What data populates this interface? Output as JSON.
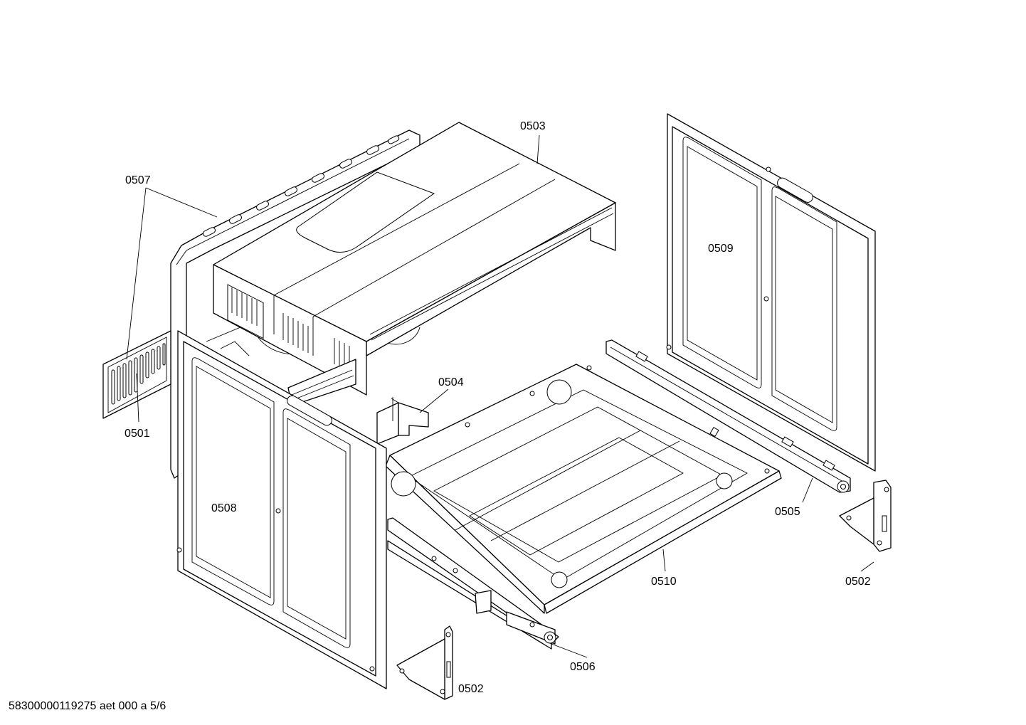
{
  "labels": {
    "p0501": "0501",
    "p0502a": "0502",
    "p0502b": "0502",
    "p0503": "0503",
    "p0504": "0504",
    "p0505": "0505",
    "p0506": "0506",
    "p0507": "0507",
    "p0508": "0508",
    "p0509": "0509",
    "p0510": "0510"
  },
  "footer": {
    "doc_id": "58300000119275 aet 000 a 5/6"
  }
}
